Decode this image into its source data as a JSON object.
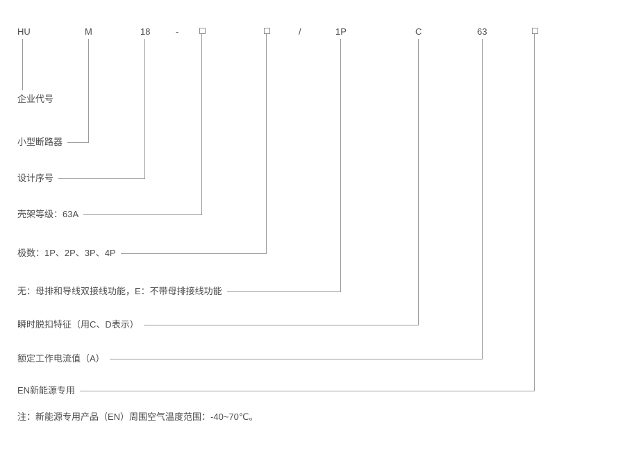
{
  "colors": {
    "background": "#ffffff",
    "text": "#4d4d4d",
    "line": "#9b9b9b",
    "box_border": "#8f8f8f"
  },
  "code": {
    "segments": [
      "HU",
      "M",
      "18",
      "-",
      "□",
      "□",
      "/",
      "1P",
      "C",
      "63",
      "□"
    ]
  },
  "rows": [
    {
      "label": "企业代号"
    },
    {
      "label": "小型断路器"
    },
    {
      "label": "设计序号"
    },
    {
      "label": "壳架等级：63A"
    },
    {
      "label": "极数：1P、2P、3P、4P"
    },
    {
      "label": "无：母排和导线双接线功能，E：不带母排接线功能"
    },
    {
      "label": "瞬时脱扣特征（用C、D表示）"
    },
    {
      "label": "额定工作电流值（A）"
    },
    {
      "label": "EN新能源专用"
    }
  ],
  "note": "注：新能源专用产品（EN）周围空气温度范围：-40~70℃。"
}
